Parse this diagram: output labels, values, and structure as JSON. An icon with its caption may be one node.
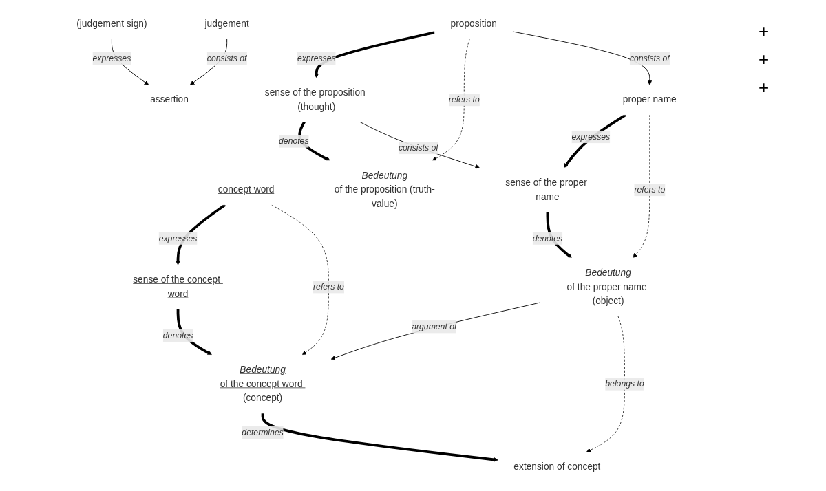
{
  "diagram": {
    "nodes": [
      {
        "text": [
          "(judgement sign)"
        ]
      },
      {
        "text": [
          "proposition"
        ]
      },
      {
        "text": [
          "proper name"
        ]
      },
      {
        "text": [
          "concept word"
        ]
      },
      {
        "text": [
          "assertion"
        ]
      },
      {
        "text": [
          "sense of the proposition (thought)"
        ]
      },
      {
        "text": [
          "sense of the proper name"
        ]
      },
      {
        "text": [
          "sense of the concept word"
        ]
      },
      {
        "text": [
          "judgement"
        ]
      },
      {
        "text": [
          "Bedeutung",
          "of the proposition (truth-value)"
        ]
      },
      {
        "text": [
          "Bedeutung",
          "of the proper name (object)"
        ]
      },
      {
        "text": [
          "Bedeutung",
          "of the concept word (concept)"
        ]
      },
      {
        "text": [
          "extension of concept"
        ]
      }
    ],
    "edges": [
      {
        "from": 0,
        "to": 4,
        "arrow": "to",
        "label": "expresses"
      },
      {
        "from": 1,
        "to": 5,
        "arrow": "to",
        "label": "expresses",
        "style": "thick"
      },
      {
        "from": 1,
        "to": 9,
        "arrow": "to",
        "label": "refers to",
        "style": "dashed"
      },
      {
        "from": 1,
        "to": 2,
        "arrow": "to",
        "label": "consists of"
      },
      {
        "from": 2,
        "to": 6,
        "arrow": "to",
        "label": "expresses",
        "style": "thick"
      },
      {
        "from": 2,
        "to": 10,
        "arrow": "to",
        "label": "refers to",
        "style": "dashed"
      },
      {
        "from": 3,
        "to": 7,
        "arrow": "to",
        "label": "expresses",
        "style": "thick"
      },
      {
        "from": 3,
        "to": 11,
        "arrow": "to",
        "label": "refers to",
        "style": "dashed"
      },
      {
        "from": 8,
        "to": 4,
        "arrow": "to",
        "label": "consists  of"
      },
      {
        "from": 5,
        "to": 9,
        "arrow": "to",
        "label": "denotes",
        "style": "thick"
      },
      {
        "from": 5,
        "to": 6,
        "arrow": "to",
        "label": "consists of"
      },
      {
        "from": 6,
        "to": 10,
        "arrow": "to",
        "label": "denotes",
        "style": "thick"
      },
      {
        "from": 7,
        "to": 11,
        "arrow": "to",
        "label": "denotes",
        "style": "thick"
      },
      {
        "from": 10,
        "to": 11,
        "arrow": "to",
        "label": "argument of"
      },
      {
        "from": 10,
        "to": 12,
        "arrow": "to",
        "label": "belongs to",
        "style": "dashed"
      },
      {
        "from": 11,
        "to": 12,
        "arrow": "to",
        "label": "determines",
        "style": "thick"
      }
    ],
    "labels": [
      "+",
      "+",
      "+"
    ]
  }
}
